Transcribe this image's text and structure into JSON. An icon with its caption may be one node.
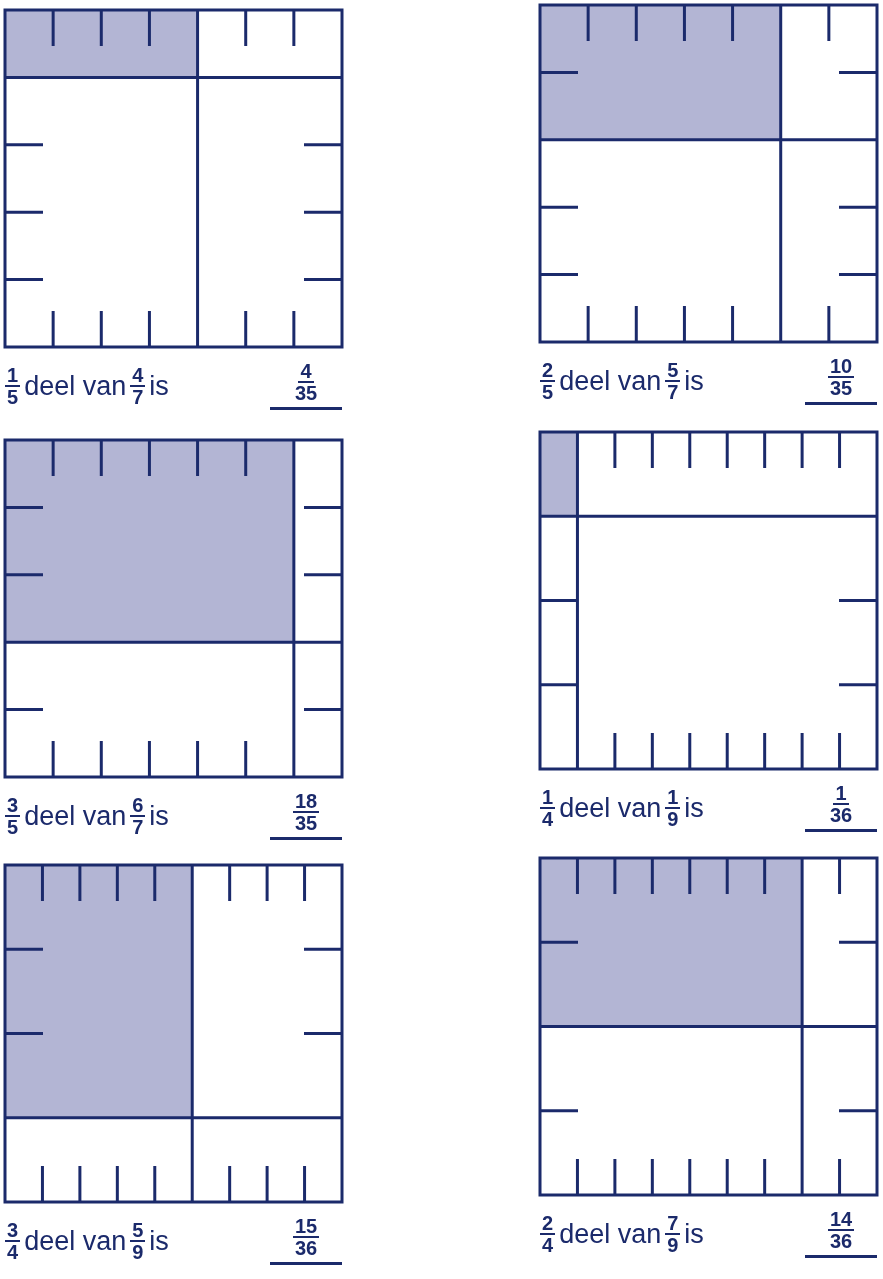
{
  "diagram": {
    "labels": [
      "1",
      "5",
      "deel van",
      "4",
      "7",
      "is",
      "4",
      "35",
      "2",
      "5",
      "deel van",
      "5",
      "7",
      "is",
      "10",
      "35",
      "3",
      "5",
      "deel van",
      "6",
      "7",
      "is",
      "18",
      "35",
      "1",
      "4",
      "deel van",
      "1",
      "9",
      "is",
      "1",
      "36",
      "3",
      "4",
      "deel van",
      "5",
      "9",
      "is",
      "15",
      "36",
      "2",
      "4",
      "deel van",
      "7",
      "9",
      "is",
      "14",
      "36"
    ]
  }
}
